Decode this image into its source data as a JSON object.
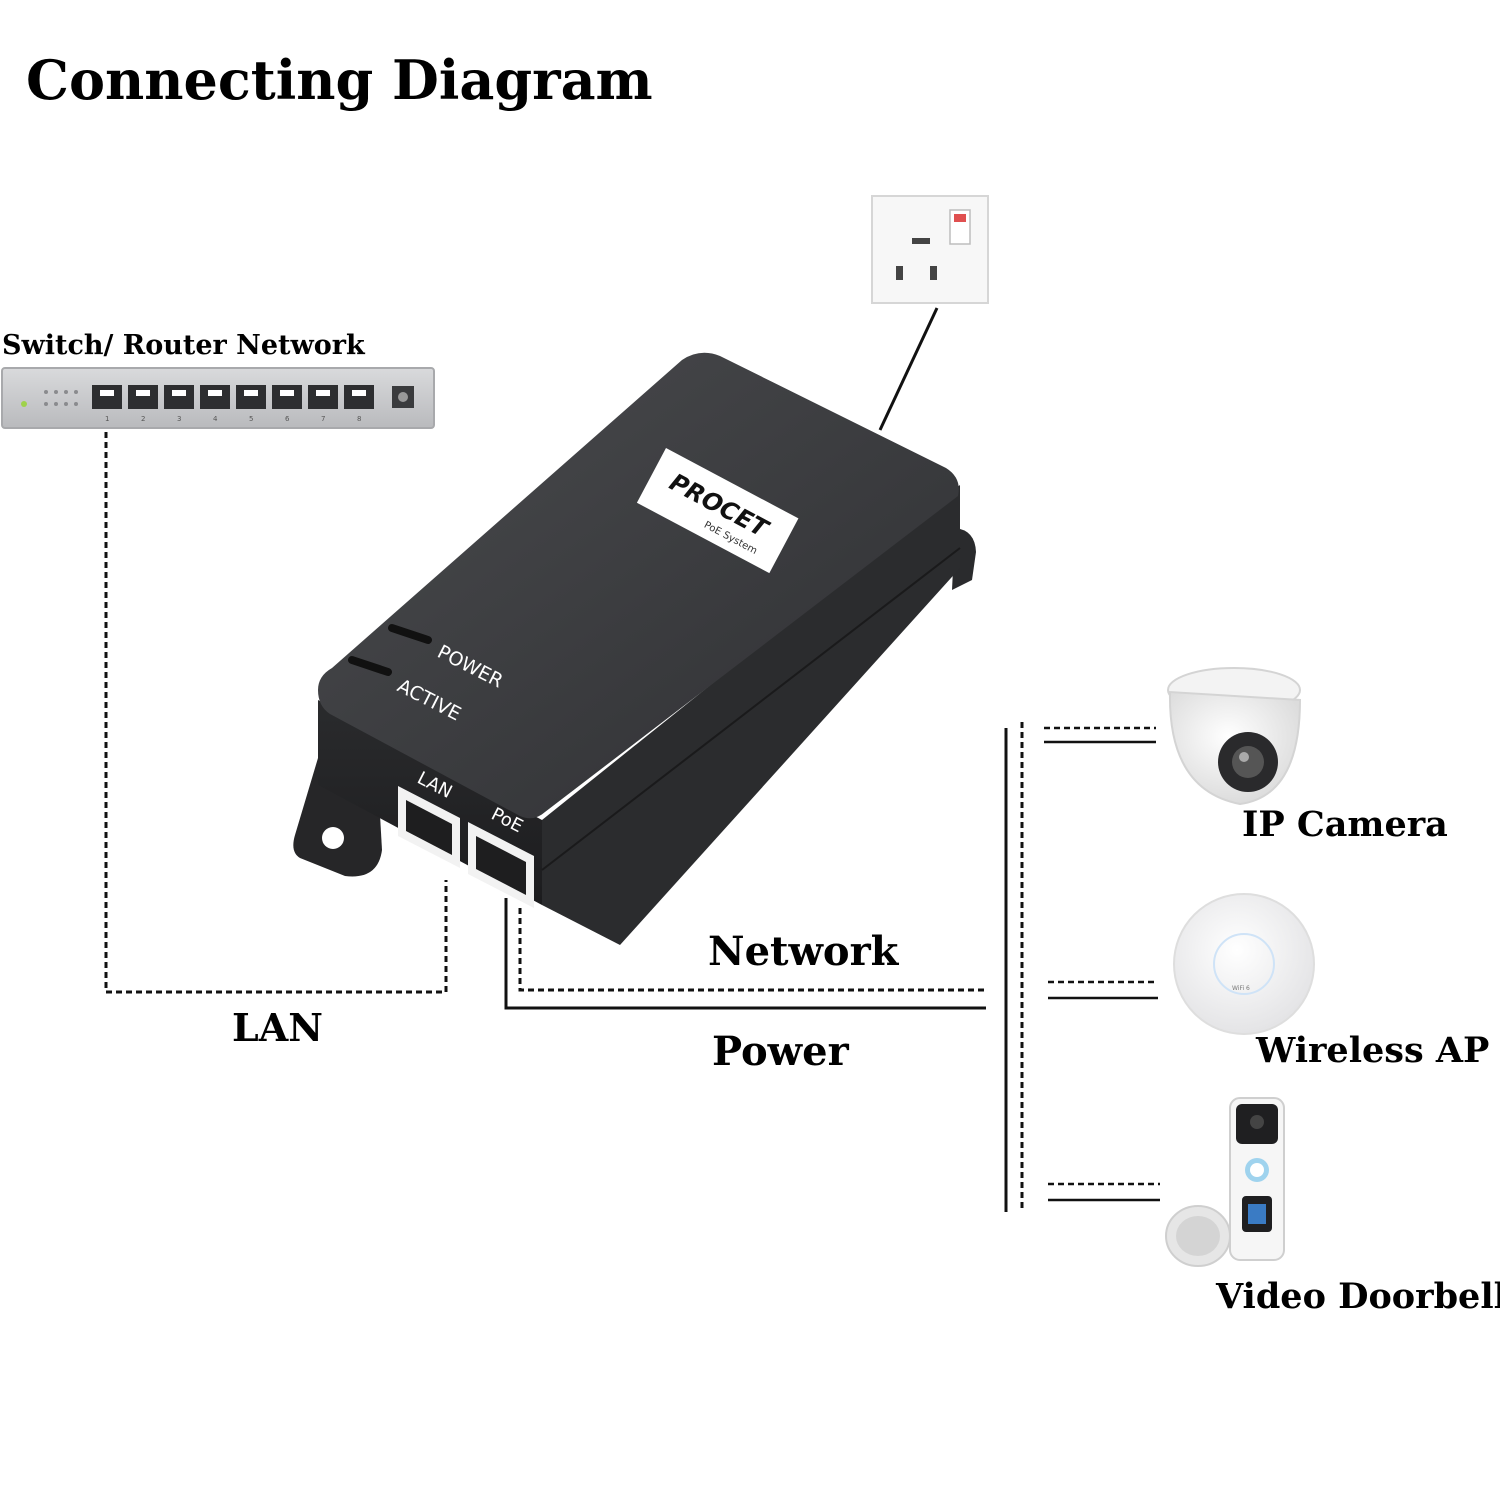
{
  "title": "Connecting Diagram",
  "switch": {
    "label": "Switch/ Router Network",
    "ports": [
      "1",
      "2",
      "3",
      "4",
      "5",
      "6",
      "7",
      "8"
    ]
  },
  "injector": {
    "brand": "PROCET",
    "brand_sub": "PoE System",
    "led_power": "POWER",
    "led_active": "ACTIVE",
    "port_lan": "LAN",
    "port_poe": "PoE"
  },
  "connections": {
    "lan": "LAN",
    "network": "Network",
    "power": "Power"
  },
  "devices": {
    "camera": "IP Camera",
    "ap": "Wireless AP",
    "ap_badge": "WiFi 6",
    "doorbell": "Video Doorbell"
  }
}
